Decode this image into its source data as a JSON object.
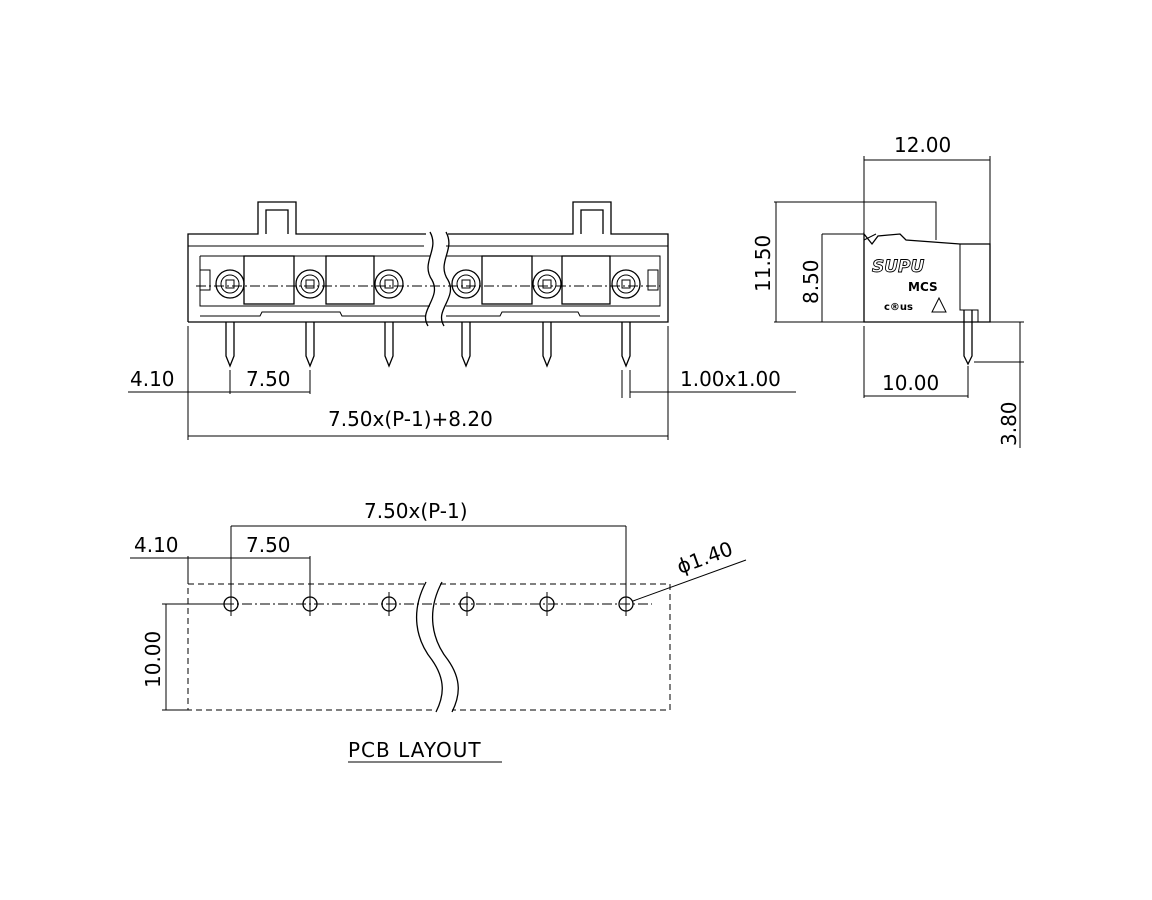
{
  "front_view": {
    "pitch_formula": "7.50x(P-1)+8.20",
    "edge_offset": "4.10",
    "pitch": "7.50",
    "pin_section": "1.00x1.00"
  },
  "side_view": {
    "depth": "12.00",
    "height_total": "11.50",
    "height_body": "8.50",
    "pin_span": "10.00",
    "pin_length": "3.80",
    "brand": "SUPU",
    "series": "MCS",
    "cert_mark": "c®us"
  },
  "pcb_layout": {
    "title": "PCB LAYOUT",
    "pitch_formula": "7.50x(P-1)",
    "edge_offset": "4.10",
    "pitch": "7.50",
    "row_offset": "10.00",
    "hole_diameter": "ϕ1.40"
  },
  "colors": {
    "line": "#000000",
    "background": "#ffffff"
  }
}
